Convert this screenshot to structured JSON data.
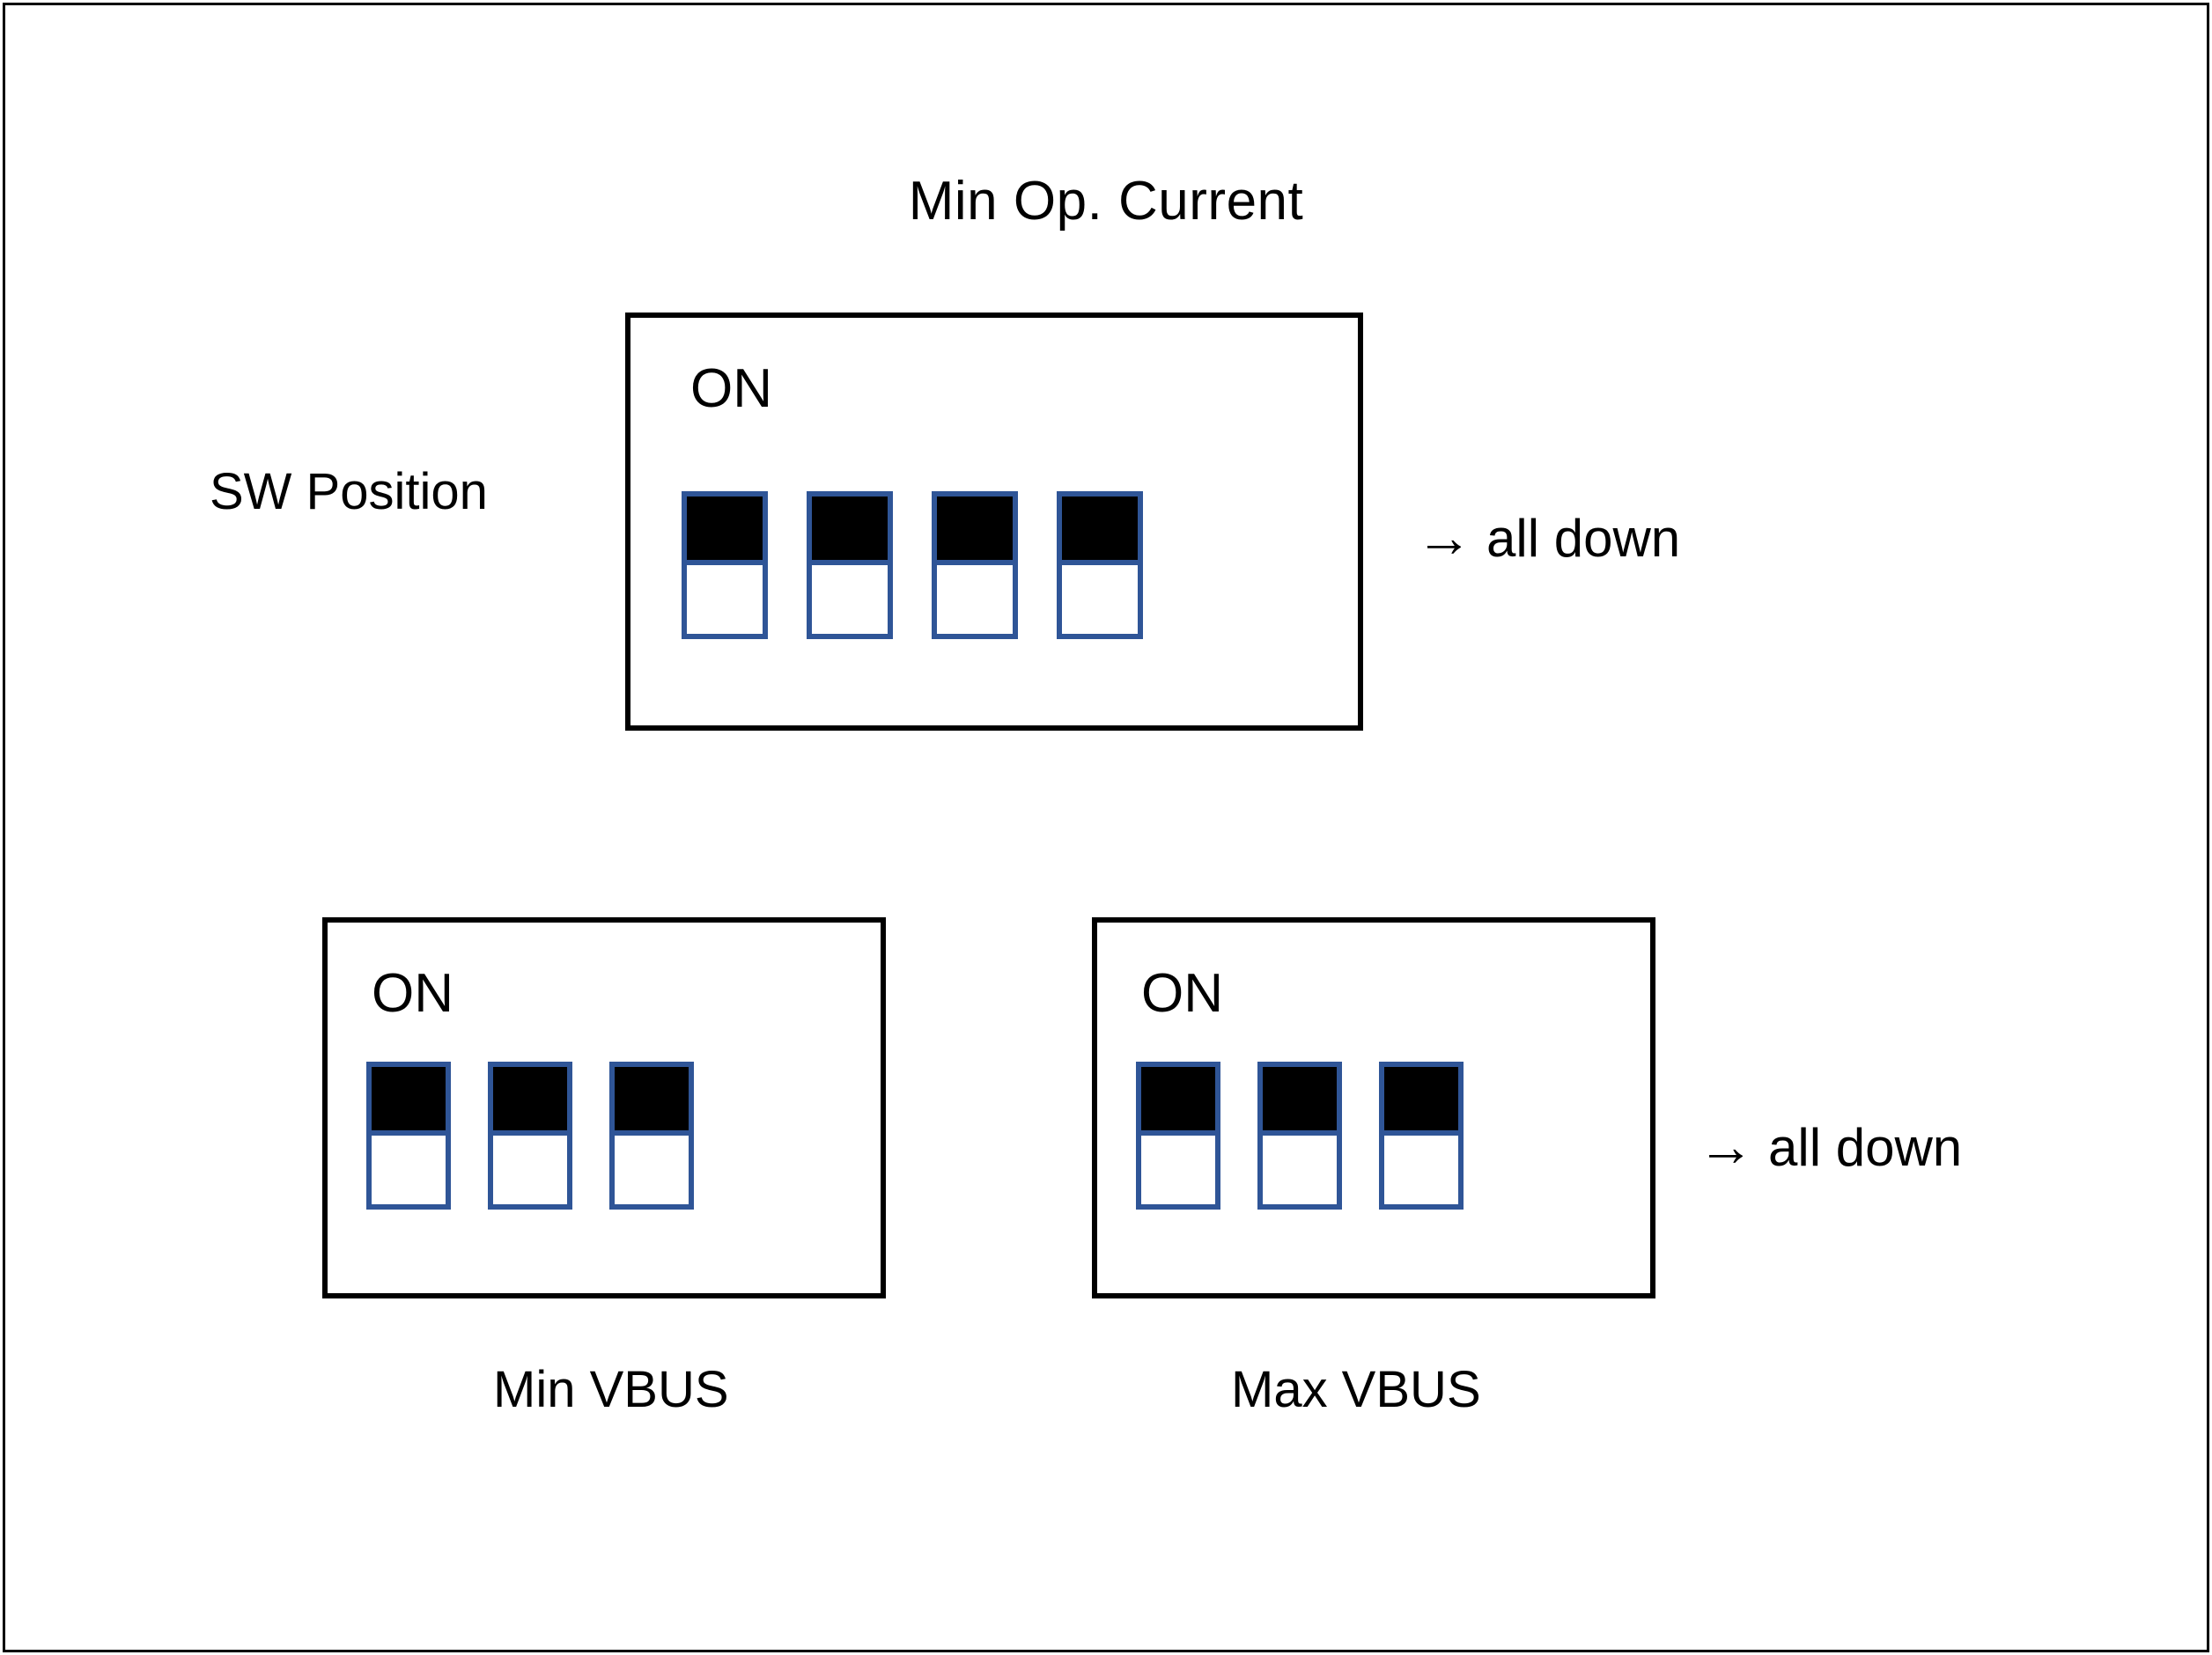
{
  "diagram": {
    "title": "Min Op. Current",
    "row_label": "SW Position",
    "switch_border_color": "#2F5597",
    "frame_color": "#000000",
    "background_color": "#FFFFFF",
    "on_label": "ON",
    "arrow_glyph": "→",
    "annotation_text": "all down"
  },
  "groups": [
    {
      "id": "min-op-current",
      "caption_above": "Min Op. Current",
      "caption_below": "",
      "on_label": "ON",
      "switch_count": 4,
      "annotation": {
        "arrow": "→",
        "text": "all down"
      },
      "switches": [
        {
          "index": 1,
          "top_half": "filled",
          "bottom_half": "empty",
          "position": "down"
        },
        {
          "index": 2,
          "top_half": "filled",
          "bottom_half": "empty",
          "position": "down"
        },
        {
          "index": 3,
          "top_half": "filled",
          "bottom_half": "empty",
          "position": "down"
        },
        {
          "index": 4,
          "top_half": "filled",
          "bottom_half": "empty",
          "position": "down"
        }
      ]
    },
    {
      "id": "min-vbus",
      "caption_above": "",
      "caption_below": "Min VBUS",
      "on_label": "ON",
      "switch_count": 3,
      "annotation": null,
      "switches": [
        {
          "index": 1,
          "top_half": "filled",
          "bottom_half": "empty",
          "position": "down"
        },
        {
          "index": 2,
          "top_half": "filled",
          "bottom_half": "empty",
          "position": "down"
        },
        {
          "index": 3,
          "top_half": "filled",
          "bottom_half": "empty",
          "position": "down"
        }
      ]
    },
    {
      "id": "max-vbus",
      "caption_above": "",
      "caption_below": "Max VBUS",
      "on_label": "ON",
      "switch_count": 3,
      "annotation": {
        "arrow": "→",
        "text": "all down"
      },
      "switches": [
        {
          "index": 1,
          "top_half": "filled",
          "bottom_half": "empty",
          "position": "down"
        },
        {
          "index": 2,
          "top_half": "filled",
          "bottom_half": "empty",
          "position": "down"
        },
        {
          "index": 3,
          "top_half": "filled",
          "bottom_half": "empty",
          "position": "down"
        }
      ]
    }
  ]
}
